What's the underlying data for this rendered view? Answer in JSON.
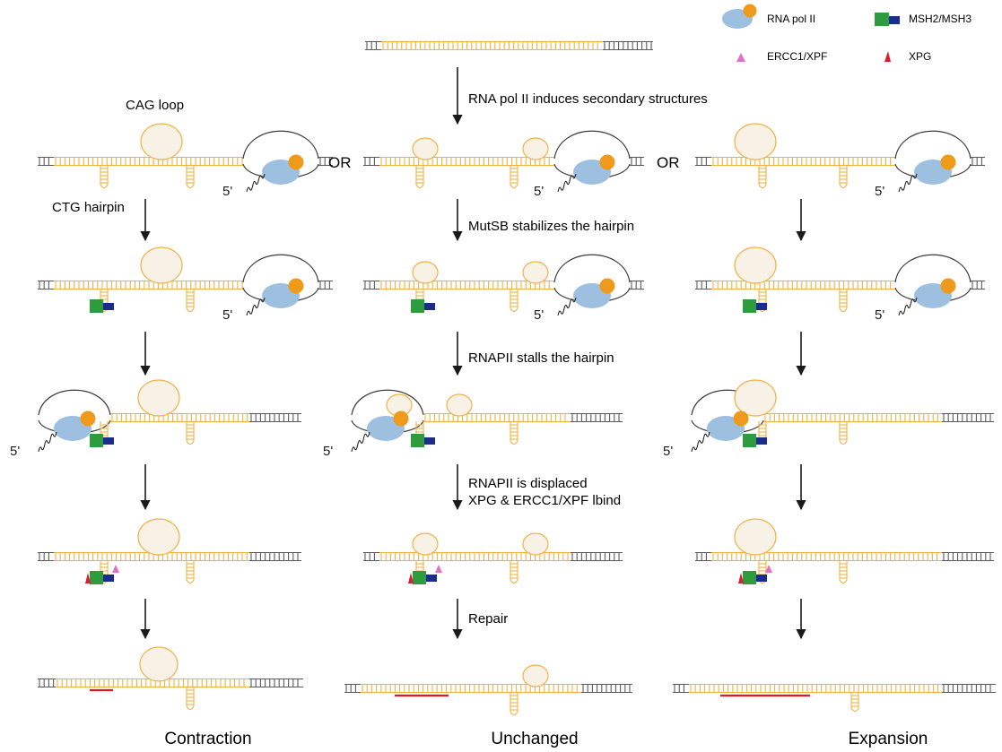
{
  "legend": {
    "rna_pol": "RNA pol II",
    "msh": "MSH2/MSH3",
    "ercc1": "ERCC1/XPF",
    "xpg": "XPG"
  },
  "labels": {
    "cag_loop": "CAG loop",
    "ctg_hairpin": "CTG hairpin",
    "or": "OR",
    "five_prime": "5'"
  },
  "steps": {
    "s1": "RNA pol II induces secondary structures",
    "s2": "MutSB stabilizes the hairpin",
    "s3": "RNAPII stalls the hairpin",
    "s4a": "RNAPII is displaced",
    "s4b": "XPG & ERCC1/XPF lbind",
    "s5": "Repair"
  },
  "outcomes": {
    "left": "Contraction",
    "middle": "Unchanged",
    "right": "Expansion"
  },
  "colors": {
    "dna_orange": "#f3b040",
    "loop_fill": "#f7f1e6",
    "loop_stroke": "#f0b24a",
    "end_gray": "#5a5a5a",
    "pol_blue": "#9dbfe0",
    "pol_orange": "#f09a1c",
    "msh_green": "#2e9b3e",
    "msh_navy": "#1a2c8c",
    "ercc1_pink": "#e070c8",
    "xpg_red": "#d62030",
    "repair_red": "#e01820"
  }
}
